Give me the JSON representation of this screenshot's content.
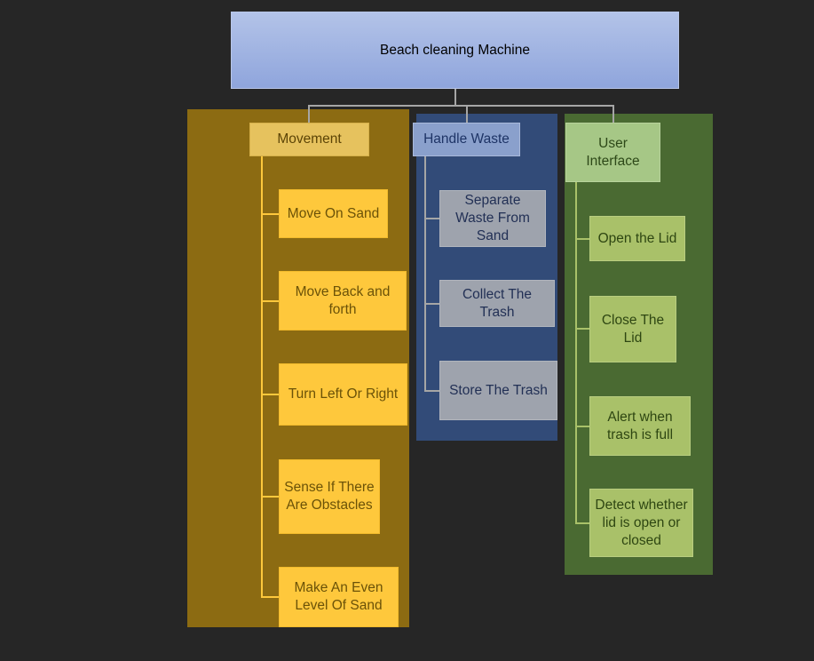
{
  "title": "Beach cleaning Machine",
  "groups": {
    "movement": {
      "label": "Movement",
      "items": [
        "Move On Sand",
        "Move Back and forth",
        "Turn Left Or Right",
        "Sense If There Are Obstacles",
        "Make An Even Level Of Sand"
      ]
    },
    "handle_waste": {
      "label": "Handle Waste",
      "items": [
        "Separate Waste From Sand",
        "Collect The Trash",
        "Store The Trash"
      ]
    },
    "user_interface": {
      "label": "User Interface",
      "items": [
        "Open the Lid",
        "Close The Lid",
        "Alert when trash is full",
        "Detect whether lid is open or closed"
      ]
    }
  },
  "colors": {
    "background": "#262626",
    "movement_panel": "#8c6b12",
    "handle_waste_panel": "#324b78",
    "user_interface_panel": "#4a6a32",
    "connector_gray": "#a6a6a6",
    "connector_yellow": "#fec83c"
  }
}
